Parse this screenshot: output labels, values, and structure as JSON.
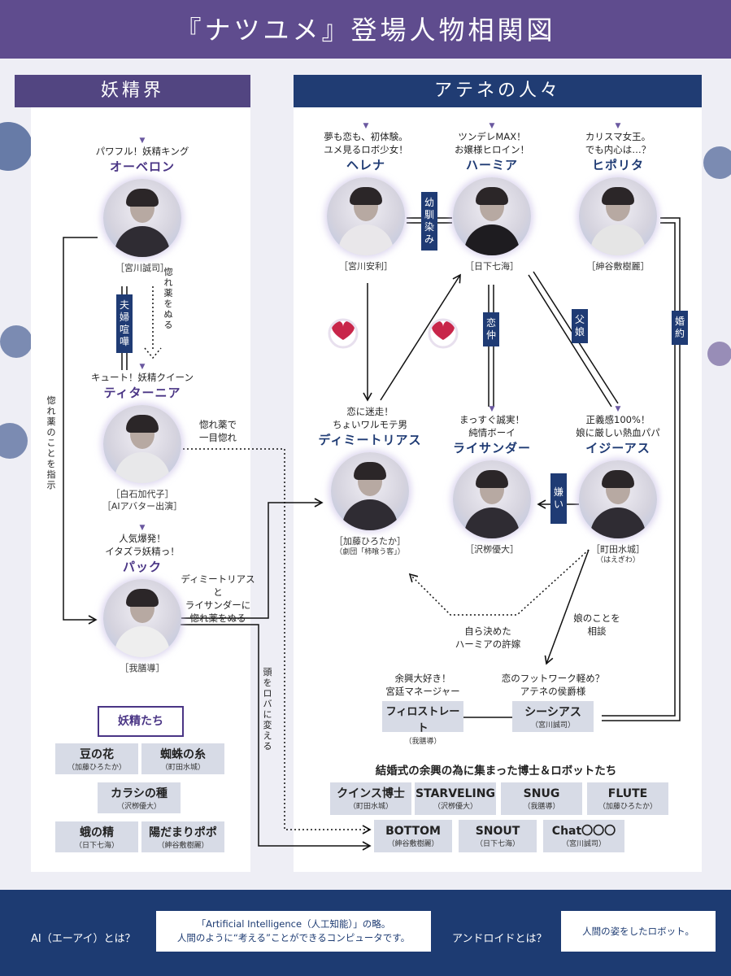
{
  "title": "『ナツユメ』登場人物相関図",
  "sections": {
    "fairy": "妖精界",
    "athens": "アテネの人々"
  },
  "fairy_people": [
    {
      "tag": "パワフル！妖精キング",
      "name": "オーベロン",
      "actor": "［宮川誠司］"
    },
    {
      "tag": "キュート！妖精クイーン",
      "name": "ティターニア",
      "actor": "［白石加代子］",
      "actor_sub": "［AIアバター出演］"
    },
    {
      "tag": "人気爆発！",
      "tag2": "イタズラ妖精っ！",
      "name": "パック",
      "actor": "［我膳導］"
    }
  ],
  "athens_people": [
    {
      "tag": "夢も恋も、初体験。",
      "tag2": "ユメ見るロボ少女！",
      "name": "ヘレナ",
      "actor": "［宮川安利］"
    },
    {
      "tag": "ツンデレMAX！",
      "tag2": "お嬢様ヒロイン！",
      "name": "ハーミア",
      "actor": "［日下七海］"
    },
    {
      "tag": "カリスマ女王。",
      "tag2": "でも内心は…？",
      "name": "ヒポリタ",
      "actor": "［紳谷敷樹麗］"
    },
    {
      "tag": "恋に迷走！",
      "tag2": "ちょいワルモテ男",
      "name": "ディミートリアス",
      "actor": "［加藤ひろたか］",
      "actor_sub": "（劇団「柿喰う客」）"
    },
    {
      "tag": "まっすぐ誠実！",
      "tag2": "純情ボーイ",
      "name": "ライサンダー",
      "actor": "［沢栁優大］"
    },
    {
      "tag": "正義感100%！",
      "tag2": "娘に厳しい熱血パパ",
      "name": "イジーアス",
      "actor": "［町田水城］",
      "actor_sub": "（はえぎわ）"
    }
  ],
  "relations": {
    "osananajimi": "幼馴染み",
    "fuufu_kenka": "夫婦喧嘩",
    "horegusuri_nuru": "惚れ薬をぬる",
    "koinaka": "恋仲",
    "fusume": "父娘",
    "konyaku": "婚約",
    "kirai": "嫌い",
    "horegusuri_shiji": "惚れ薬のことを指示",
    "hitomebore_1": "惚れ薬で",
    "hitomebore_2": "一目惚れ",
    "puck_note_1": "ディミートリアスと",
    "puck_note_2": "ライサンダーに",
    "puck_note_3": "惚れ薬をぬる",
    "atama_roba": "頭をロバに変える",
    "musume_1": "娘のことを",
    "musume_2": "相談",
    "kyoka_1": "自ら決めた",
    "kyoka_2": "ハーミアの許嫁"
  },
  "fairies": {
    "label": "妖精たち",
    "items": [
      {
        "name": "豆の花",
        "actor": "（加藤ひろたか）"
      },
      {
        "name": "蜘蛛の糸",
        "actor": "（町田水城）"
      },
      {
        "name": "カラシの種",
        "actor": "（沢栁優大）"
      },
      {
        "name": "蛾の精",
        "actor": "（日下七海）"
      },
      {
        "name": "陽だまりポポ",
        "actor": "（紳谷敷樹麗）"
      }
    ]
  },
  "philostrate": {
    "tag": "余興大好き！",
    "tag2": "宮廷マネージャー",
    "name": "フィロストレート",
    "actor": "（我膳導）"
  },
  "theseus": {
    "tag": "恋のフットワーク軽め？",
    "tag2": "アテネの侯爵様",
    "name": "シーシアス",
    "actor": "（宮川誠司）"
  },
  "wedding": {
    "label": "結婚式の余興の為に集まった博士＆ロボットたち",
    "items": [
      {
        "name": "クインス博士",
        "actor": "（町田水城）"
      },
      {
        "name": "STARVELING",
        "actor": "（沢栁優大）"
      },
      {
        "name": "SNUG",
        "actor": "（我膳導）"
      },
      {
        "name": "FLUTE",
        "actor": "（加藤ひろたか）"
      },
      {
        "name": "BOTTOM",
        "actor": "（紳谷敷樹麗）"
      },
      {
        "name": "SNOUT",
        "actor": "（日下七海）"
      },
      {
        "name": "Chat〇〇〇",
        "actor": "（宮川誠司）"
      }
    ]
  },
  "footer": {
    "ai_label": "AI（エーアイ）とは？",
    "ai_text_1": "「Artificial Intelligence（人工知能）」の略。",
    "ai_text_2": "人間のように“考える”ことができるコンピュータです。",
    "android_label": "アンドロイドとは？",
    "android_text": "人間の姿をしたロボット。"
  },
  "colors": {
    "purple": "#5f4c8e",
    "navy": "#1d3b72",
    "heart": "#c8264a"
  }
}
